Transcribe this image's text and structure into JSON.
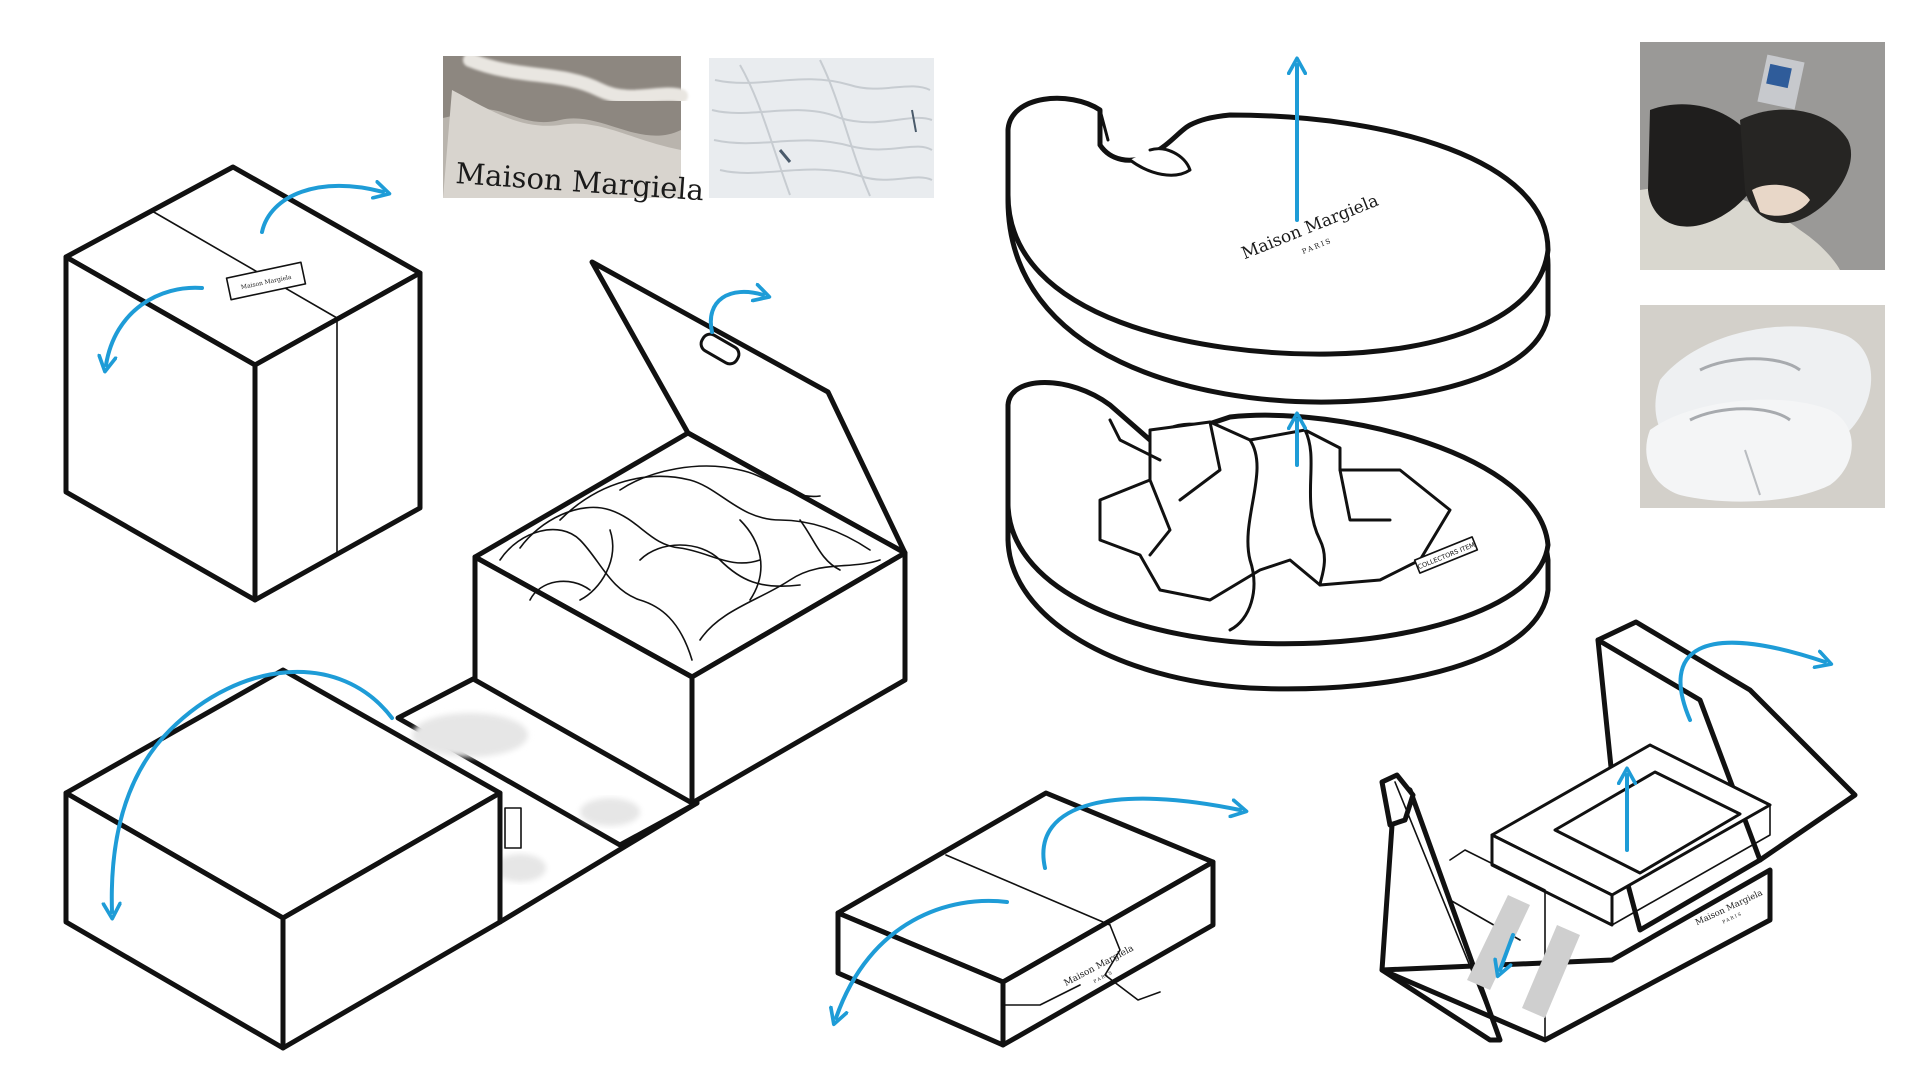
{
  "colors": {
    "background": "#ffffff",
    "line": "#111111",
    "arrow": "#1e9cd7",
    "swatch_gray": "#e6e6e6"
  },
  "brand": {
    "name": "Maison Margiela",
    "city": "PARIS",
    "sticker": "COLLECTORS ITEM"
  },
  "references": {
    "paper_photo_text": "Maison Margiela",
    "photos": [
      "torn-paper-logo-photo",
      "white-plaster-texture-photo",
      "black-tabi-ballet-flats-photo",
      "white-tabi-ballet-flats-photo"
    ]
  }
}
